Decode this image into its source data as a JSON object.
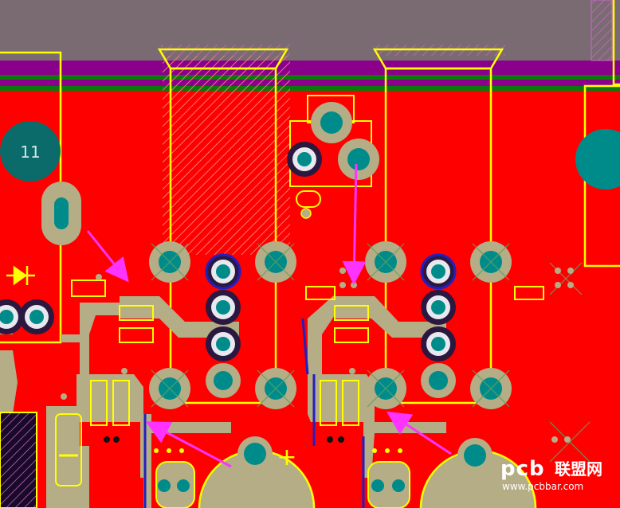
{
  "board": {
    "pad_label": "11",
    "polarity_mark": "+",
    "colors": {
      "copper_top": "#ff0000",
      "silkscreen": "#ffff00",
      "pad_ring": "#b5ad86",
      "pad_hole": "#008b8b",
      "keepout_bar": "#7a6b72",
      "purple_layer": "#8a008a",
      "green_layer": "#0a7a0a",
      "arrow": "#ff33ff",
      "bottom_trace": "#2020c0"
    }
  },
  "watermark": {
    "logo_text": "pcb",
    "site_name": "联盟网",
    "url": "www.pcbbar.com"
  }
}
